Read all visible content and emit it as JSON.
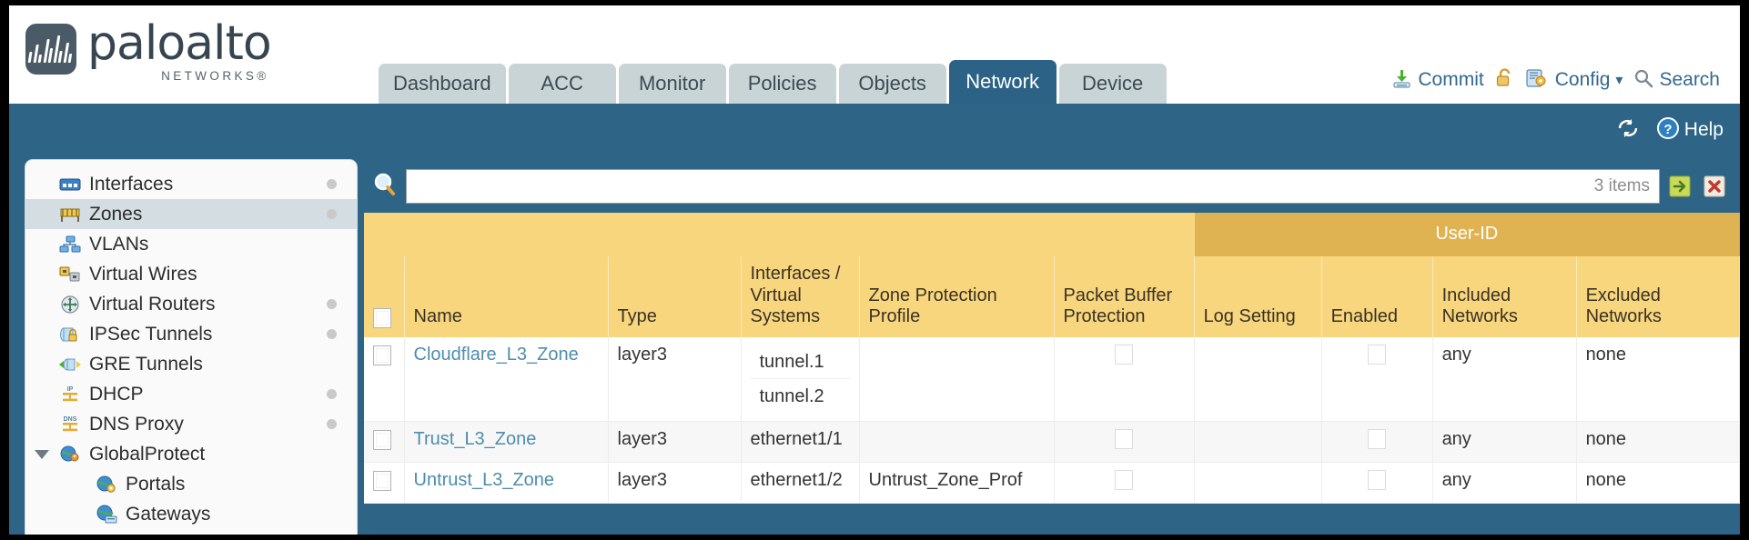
{
  "brand": {
    "name": "paloalto",
    "tagline": "NETWORKS®"
  },
  "nav": {
    "tabs": [
      {
        "label": "Dashboard",
        "active": false
      },
      {
        "label": "ACC",
        "active": false
      },
      {
        "label": "Monitor",
        "active": false
      },
      {
        "label": "Policies",
        "active": false
      },
      {
        "label": "Objects",
        "active": false
      },
      {
        "label": "Network",
        "active": true
      },
      {
        "label": "Device",
        "active": false
      }
    ]
  },
  "top_actions": {
    "commit": "Commit",
    "lock_icon": "unlock-icon",
    "config": "Config",
    "config_caret": "▾",
    "search": "Search"
  },
  "band": {
    "refresh_icon": "refresh-icon",
    "help": "Help"
  },
  "sidebar": {
    "items": [
      {
        "label": "Interfaces",
        "icon": "interfaces-icon",
        "selected": false,
        "dot": true,
        "child": false,
        "twisty": false
      },
      {
        "label": "Zones",
        "icon": "zones-icon",
        "selected": true,
        "dot": true,
        "child": false,
        "twisty": false
      },
      {
        "label": "VLANs",
        "icon": "vlans-icon",
        "selected": false,
        "dot": false,
        "child": false,
        "twisty": false
      },
      {
        "label": "Virtual Wires",
        "icon": "virtual-wires-icon",
        "selected": false,
        "dot": false,
        "child": false,
        "twisty": false
      },
      {
        "label": "Virtual Routers",
        "icon": "virtual-routers-icon",
        "selected": false,
        "dot": true,
        "child": false,
        "twisty": false
      },
      {
        "label": "IPSec Tunnels",
        "icon": "ipsec-tunnels-icon",
        "selected": false,
        "dot": true,
        "child": false,
        "twisty": false
      },
      {
        "label": "GRE Tunnels",
        "icon": "gre-tunnels-icon",
        "selected": false,
        "dot": false,
        "child": false,
        "twisty": false
      },
      {
        "label": "DHCP",
        "icon": "dhcp-icon",
        "selected": false,
        "dot": true,
        "child": false,
        "twisty": false
      },
      {
        "label": "DNS Proxy",
        "icon": "dns-proxy-icon",
        "selected": false,
        "dot": true,
        "child": false,
        "twisty": false
      },
      {
        "label": "GlobalProtect",
        "icon": "globalprotect-icon",
        "selected": false,
        "dot": false,
        "child": false,
        "twisty": true
      },
      {
        "label": "Portals",
        "icon": "portals-icon",
        "selected": false,
        "dot": false,
        "child": true,
        "twisty": false
      },
      {
        "label": "Gateways",
        "icon": "gateways-icon",
        "selected": false,
        "dot": false,
        "child": true,
        "twisty": false
      }
    ]
  },
  "search": {
    "value": "",
    "placeholder": "",
    "items_count": "3 items",
    "apply_icon": "green-arrow-icon",
    "clear_icon": "red-x-icon",
    "magnifier_icon": "search-icon"
  },
  "table": {
    "group_header": {
      "label": "User-ID",
      "span": 3
    },
    "columns": [
      "Name",
      "Type",
      "Interfaces / Virtual Systems",
      "Zone Protection Profile",
      "Packet Buffer Protection",
      "Log Setting",
      "Enabled",
      "Included Networks",
      "Excluded Networks"
    ],
    "rows": [
      {
        "name": "Cloudflare_L3_Zone",
        "type": "layer3",
        "interfaces": [
          "tunnel.1",
          "tunnel.2"
        ],
        "zone_protection_profile": "",
        "packet_buffer_protection": false,
        "log_setting": "",
        "user_id_enabled": false,
        "included_networks": "any",
        "excluded_networks": "none"
      },
      {
        "name": "Trust_L3_Zone",
        "type": "layer3",
        "interfaces": [
          "ethernet1/1"
        ],
        "zone_protection_profile": "",
        "packet_buffer_protection": false,
        "log_setting": "",
        "user_id_enabled": false,
        "included_networks": "any",
        "excluded_networks": "none"
      },
      {
        "name": "Untrust_L3_Zone",
        "type": "layer3",
        "interfaces": [
          "ethernet1/2"
        ],
        "zone_protection_profile": "Untrust_Zone_Prof",
        "packet_buffer_protection": false,
        "log_setting": "",
        "user_id_enabled": false,
        "included_networks": "any",
        "excluded_networks": "none"
      }
    ]
  },
  "colors": {
    "brand_blue": "#2e6486",
    "tab_active": "#2b6285",
    "tab_inactive": "#c8d4d6",
    "header_yellow": "#f7d67e",
    "group_yellow": "#e0b352",
    "link_blue": "#4d8dad",
    "sidebar_selected": "#d3dde2"
  }
}
